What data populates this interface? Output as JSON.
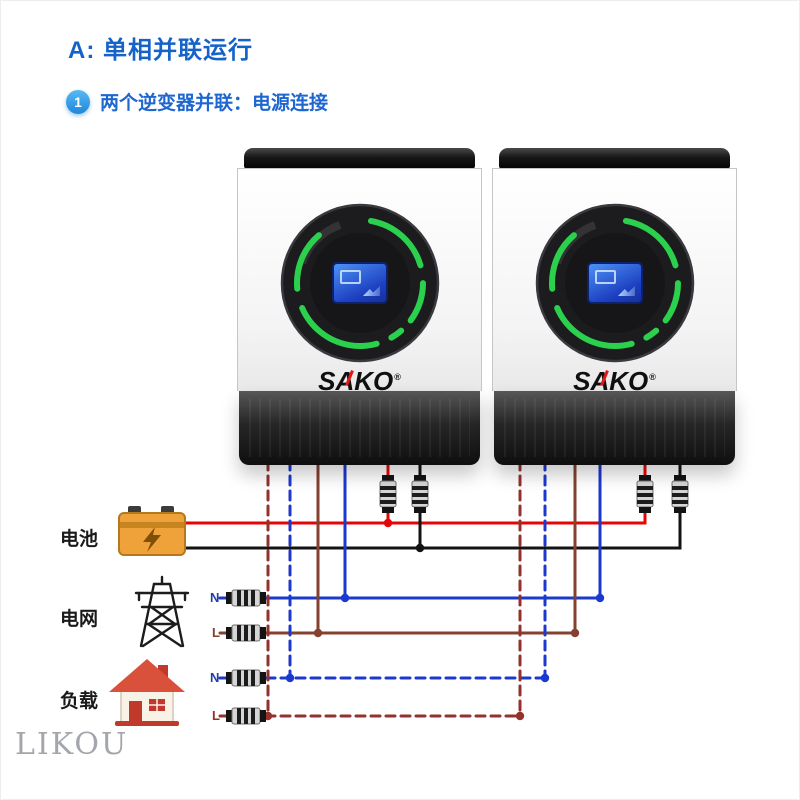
{
  "page": {
    "title": "A: 单相并联运行",
    "step_number": "1",
    "step_text": "两个逆变器并联：电源连接",
    "watermark": "LIKOU"
  },
  "inverter": {
    "brand": "SAKO",
    "reg_mark": "®"
  },
  "wiring": {
    "battery_label": "电池",
    "grid_label": "电网",
    "load_label": "负载",
    "grid_n": "N",
    "grid_l": "L",
    "load_n": "N",
    "load_l": "L"
  },
  "colors": {
    "title_blue": "#1563C9",
    "step_badge_blue": "#2E9BE6",
    "battery_positive_red": "#E60505",
    "battery_negative_black": "#131313",
    "neutral_blue": "#1C39CE",
    "live_brown": "#84412F",
    "load_live_dark_red": "#93322C",
    "ring_green": "#2BD14D",
    "lcd_blue": "#2F62D8"
  }
}
